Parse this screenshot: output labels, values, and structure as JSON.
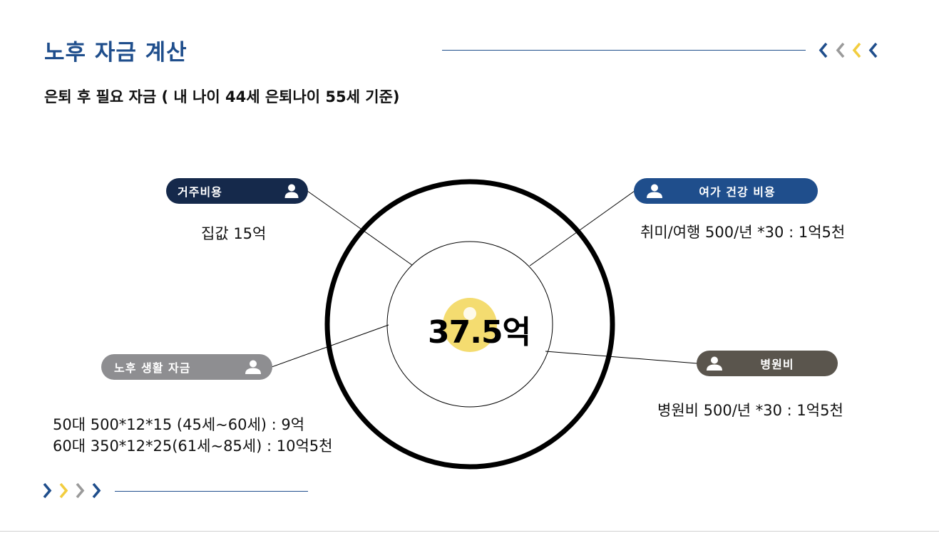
{
  "header": {
    "title": "노후 자금 계산",
    "subtitle": "은퇴 후 필요 자금 ( 내 나이 44세 은퇴나이 55세 기준)"
  },
  "center": {
    "total": "37.5억"
  },
  "items": {
    "housing": {
      "label": "거주비용",
      "detail": "집값 15억",
      "color": "#15294b"
    },
    "leisure": {
      "label": "여가 건강 비용",
      "detail": "취미/여행 500/년 *30 : 1억5천",
      "color": "#1f4e8c"
    },
    "living": {
      "label": "노후 생활 자금",
      "detail_line1": "50대 500*12*15 (45세~60세) : 9억",
      "detail_line2": "60대 350*12*25(61세~85세) : 10억5천",
      "color": "#8e8e91"
    },
    "hospital": {
      "label": "병원비",
      "detail": "병원비 500/년 *30 : 1억5천",
      "color": "#5a554d"
    }
  },
  "colors": {
    "accent_blue": "#1f4e8c",
    "accent_yellow": "#f2cd3f",
    "accent_gray": "#9a9a9a",
    "center_circle": "#f4dc70"
  },
  "icons": {
    "pill_icon": "person-icon",
    "top_decoration": "chevron-left-icon",
    "bottom_decoration": "chevron-right-icon"
  }
}
